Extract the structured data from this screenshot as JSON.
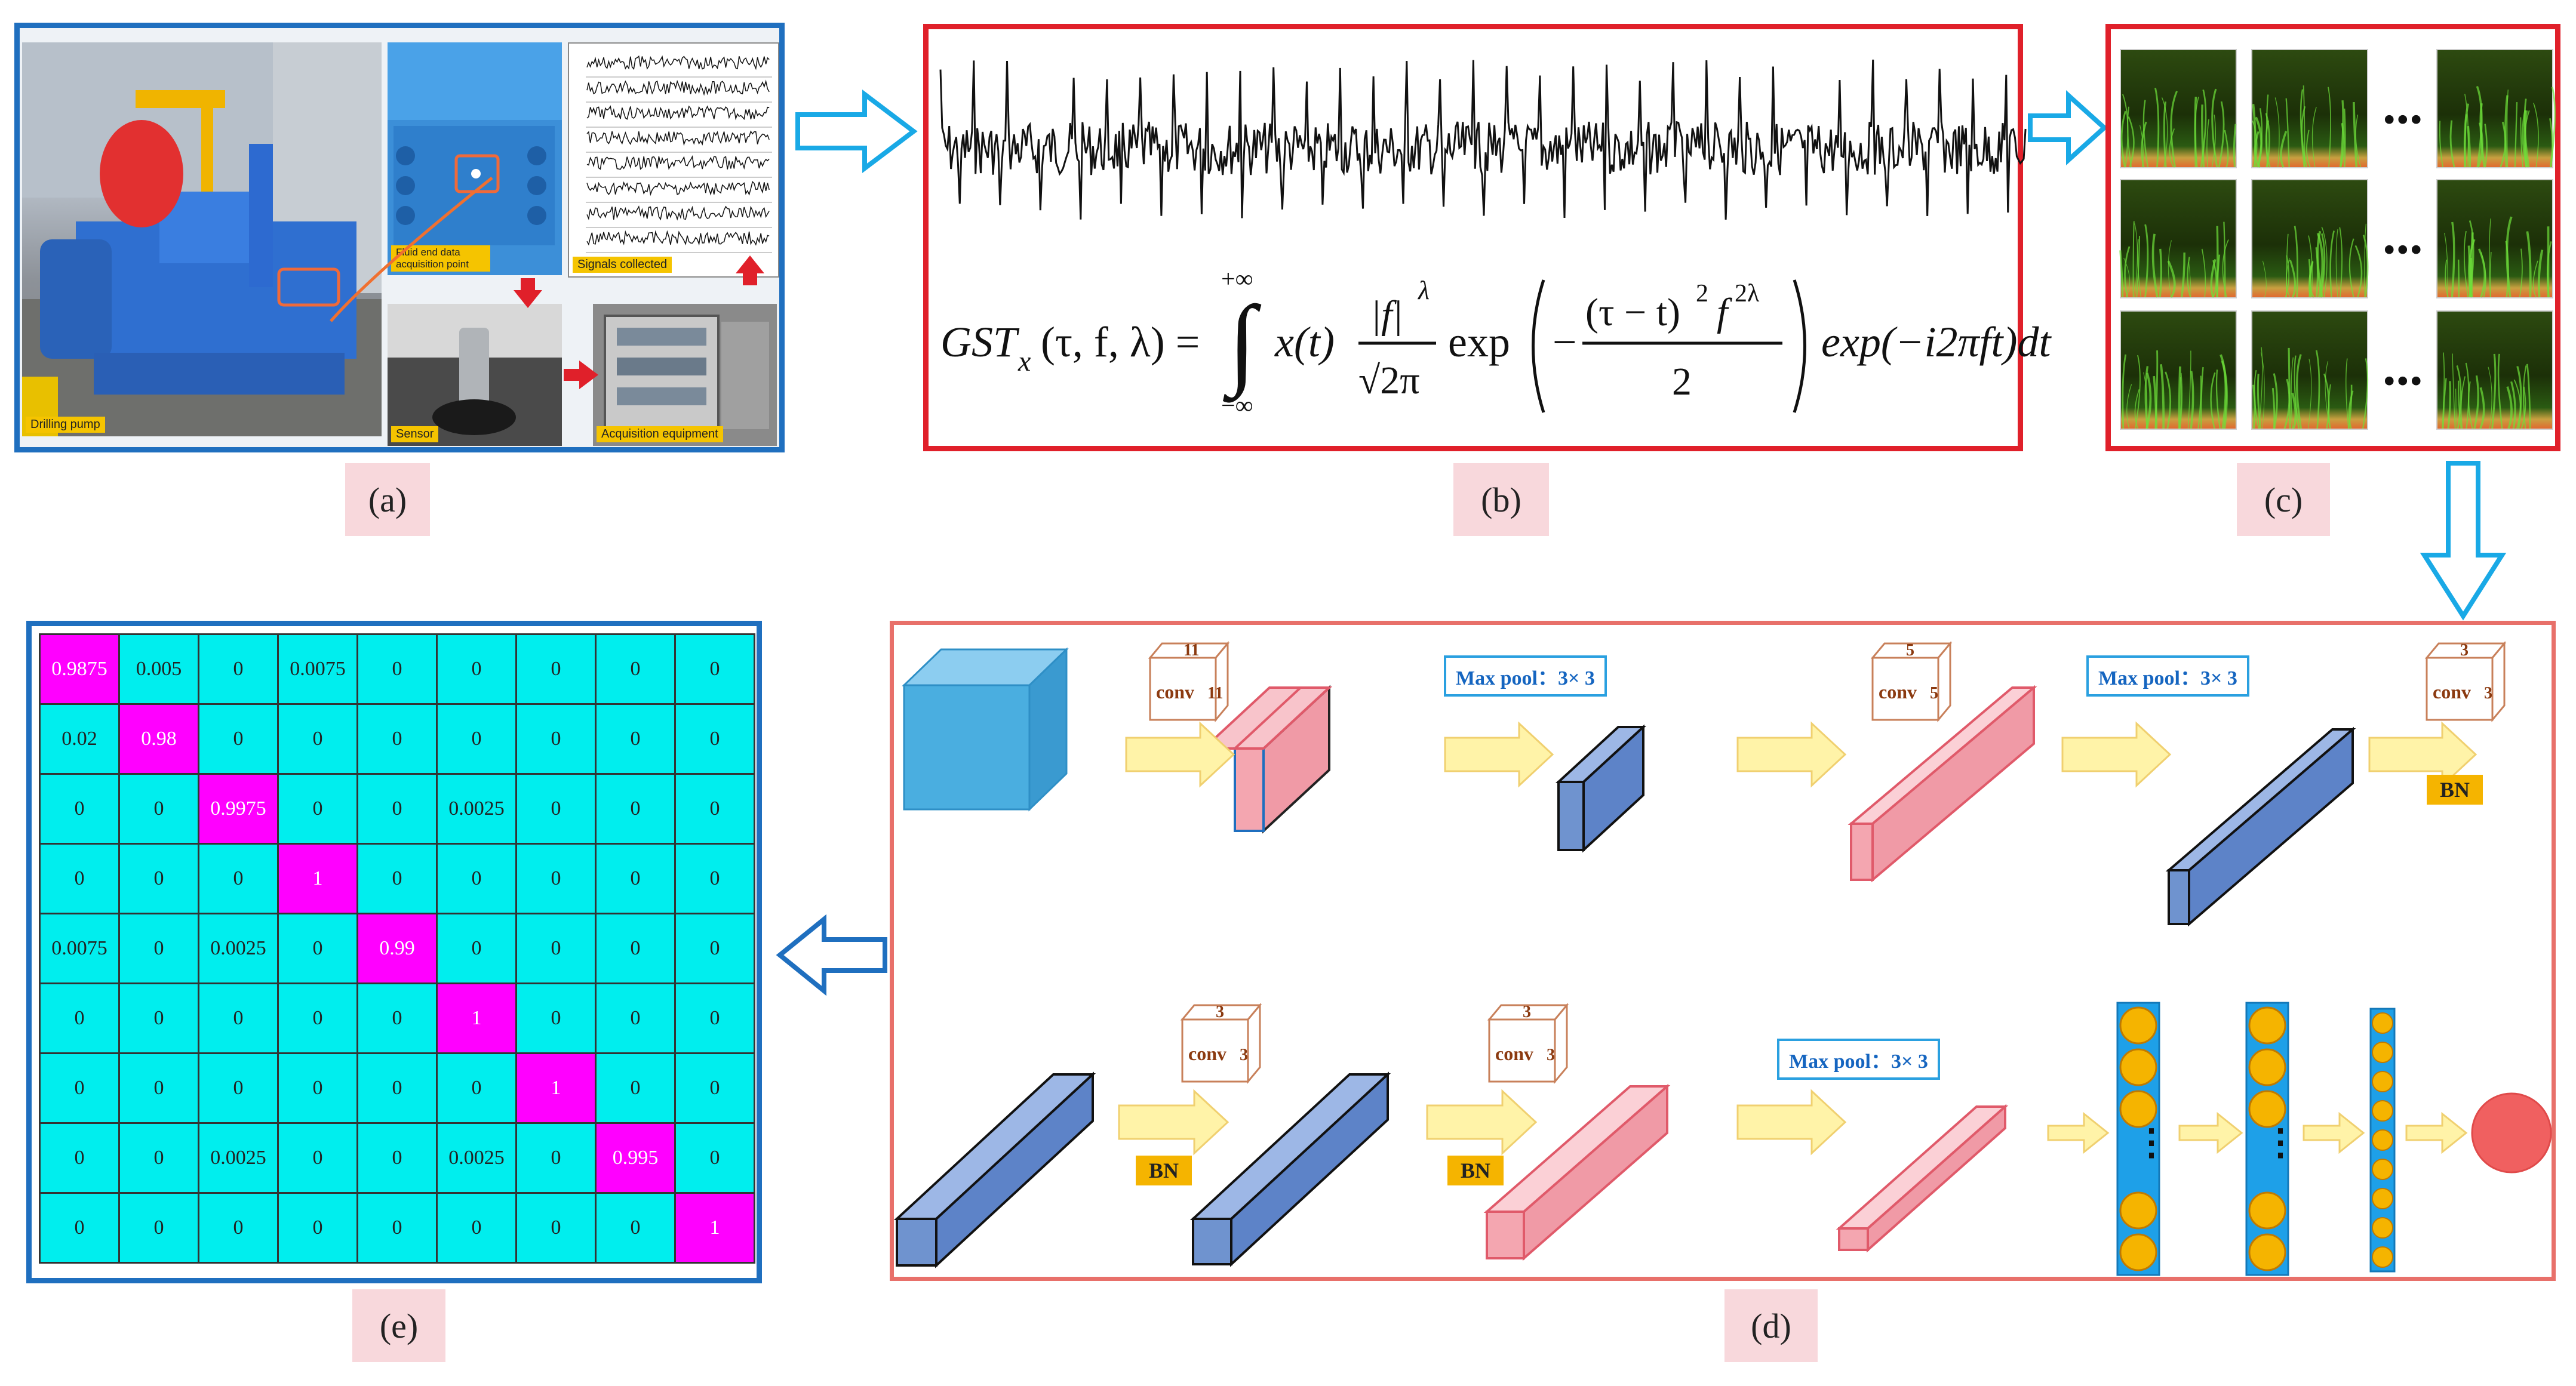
{
  "panel_a": {
    "caption": "(a)",
    "labels": {
      "drilling_pump": "Drilling pump",
      "fluid_end": "Fluid end data acquisition point",
      "signals": "Signals collected",
      "sensor": "Sensor",
      "acquisition": "Acquisition equipment"
    }
  },
  "panel_b": {
    "caption": "(b)",
    "formula": {
      "lhs": "GST",
      "sub": "x",
      "args": "(τ, f, λ) =",
      "upper": "+∞",
      "lower": "−∞",
      "integrand": "x(t)",
      "frac_num": "|f|",
      "frac_num_exp": "λ",
      "frac_den": "√2π",
      "exp1": "exp",
      "exp_inner_num": "(τ − t)",
      "exp_inner_num_sq": "2",
      "exp_inner_num_f": "f",
      "exp_inner_num_f_exp": "2λ",
      "exp_inner_den": "2",
      "exp_minus": "−",
      "tail": "exp(−i2πft)dt"
    }
  },
  "panel_c": {
    "caption": "(c)",
    "ellipsis": "..."
  },
  "panel_d": {
    "caption": "(d)",
    "conv_labels": [
      {
        "k": "11",
        "text": "conv",
        "k2": "11"
      },
      {
        "k": "5",
        "text": "conv",
        "k2": "5"
      },
      {
        "k": "3",
        "text": "conv",
        "k2": "3"
      },
      {
        "k": "3",
        "text": "conv",
        "k2": "3"
      },
      {
        "k": "3",
        "text": "conv",
        "k2": "3"
      }
    ],
    "maxpool": "Max pool：3× 3",
    "bn": "BN",
    "fc_ellipsis": "⋮"
  },
  "panel_e": {
    "caption": "(e)",
    "matrix": [
      [
        "0.9875",
        "0.005",
        "0",
        "0.0075",
        "0",
        "0",
        "0",
        "0",
        "0"
      ],
      [
        "0.02",
        "0.98",
        "0",
        "0",
        "0",
        "0",
        "0",
        "0",
        "0"
      ],
      [
        "0",
        "0",
        "0.9975",
        "0",
        "0",
        "0.0025",
        "0",
        "0",
        "0"
      ],
      [
        "0",
        "0",
        "0",
        "1",
        "0",
        "0",
        "0",
        "0",
        "0"
      ],
      [
        "0.0075",
        "0",
        "0.0025",
        "0",
        "0.99",
        "0",
        "0",
        "0",
        "0"
      ],
      [
        "0",
        "0",
        "0",
        "0",
        "0",
        "1",
        "0",
        "0",
        "0"
      ],
      [
        "0",
        "0",
        "0",
        "0",
        "0",
        "0",
        "1",
        "0",
        "0"
      ],
      [
        "0",
        "0",
        "0.0025",
        "0",
        "0",
        "0.0025",
        "0",
        "0.995",
        "0"
      ],
      [
        "0",
        "0",
        "0",
        "0",
        "0",
        "0",
        "0",
        "0",
        "1"
      ]
    ]
  },
  "colors": {
    "frame_blue": "#1f6fbf",
    "frame_red": "#e0202a",
    "arrow_outline": "#19a9e6",
    "cell_cyan": "#00eeee",
    "cell_magenta": "#ff00ff",
    "cube_blue": "#4aaee0",
    "block_pink": "#f4a6b0",
    "block_navy": "#6f93cf",
    "arrow_yellow": "#fff3a8",
    "node_orange": "#f5b400",
    "output_red": "#f06060"
  }
}
